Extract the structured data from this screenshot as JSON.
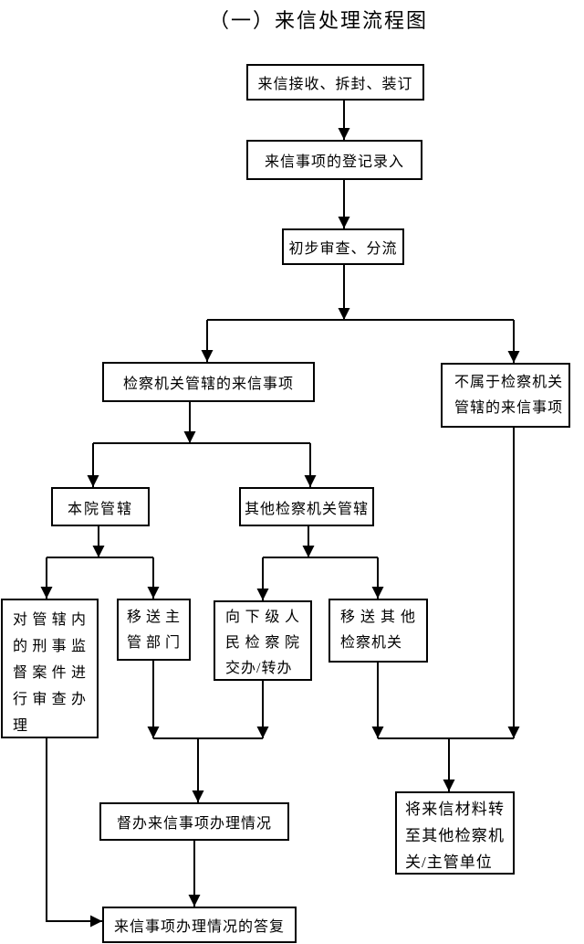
{
  "page": {
    "background": "#ffffff",
    "line_color": "#000000"
  },
  "title": "（一）来信处理流程图",
  "nodes": {
    "receive": {
      "label": "来信接收、拆封、装订"
    },
    "register": {
      "label": "来信事项的登记录入"
    },
    "screen": {
      "label": "初步审查、分流"
    },
    "jurisdiction": {
      "label": "检察机关管辖的来信事项"
    },
    "not_jurisdiction": {
      "lines": [
        "不属于检察机关",
        "管辖的来信事项"
      ]
    },
    "own_court": {
      "label": "本院管辖"
    },
    "other_org": {
      "label": "其他检察机关管辖"
    },
    "review_handle": {
      "lines": [
        "对管辖内",
        "的刑事监",
        "督案件进",
        "行审查办",
        "理"
      ]
    },
    "transfer_dept": {
      "lines": [
        "移送主",
        "管部门"
      ]
    },
    "assign_lower": {
      "lines": [
        "向下级人",
        "民检察院",
        "交办/转办"
      ]
    },
    "transfer_other": {
      "lines": [
        "移送其他",
        "检察机关"
      ]
    },
    "supervise": {
      "label": "督办来信事项办理情况"
    },
    "transfer_material": {
      "lines": [
        "将来信材料转",
        "至其他检察机",
        "关/主管单位"
      ]
    },
    "reply": {
      "label": "来信事项办理情况的答复"
    }
  }
}
